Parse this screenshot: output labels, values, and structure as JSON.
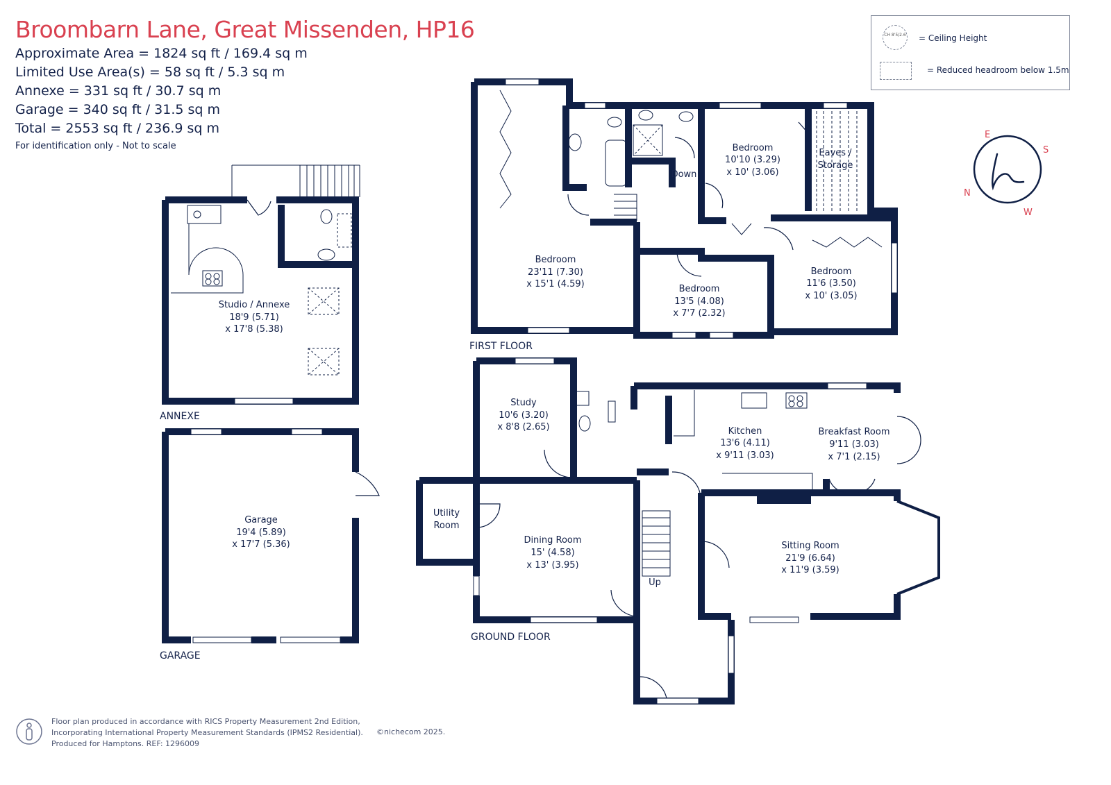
{
  "header": {
    "title": "Broombarn Lane, Great Missenden, HP16",
    "areas": [
      "Approximate Area = 1824 sq ft / 169.4 sq m",
      "Limited Use Area(s) = 58 sq ft / 5.3 sq m",
      "Annexe = 331 sq ft / 30.7 sq m",
      "Garage = 340 sq ft / 31.5 sq m",
      "Total = 2553 sq ft / 236.9 sq m"
    ],
    "disclaimer": "For identification only - Not to scale"
  },
  "legend": {
    "ceiling_symbol": "CH 8'5/2.6",
    "ceiling_label": "= Ceiling Height",
    "headroom_label": "= Reduced headroom below 1.5m"
  },
  "compass": {
    "n": "N",
    "e": "E",
    "s": "S",
    "w": "W"
  },
  "colors": {
    "wall": "#0f1f45",
    "title": "#d94150",
    "text": "#14224a"
  },
  "floors": {
    "first": "FIRST FLOOR",
    "ground": "GROUND FLOOR",
    "annexe": "ANNEXE",
    "garage": "GARAGE"
  },
  "rooms": {
    "ff_bed1": {
      "name": "Bedroom",
      "dim1": "23'11 (7.30)",
      "dim2": "x 15'1 (4.59)"
    },
    "ff_bed2": {
      "name": "Bedroom",
      "dim1": "13'5 (4.08)",
      "dim2": "x 7'7 (2.32)"
    },
    "ff_bed3": {
      "name": "Bedroom",
      "dim1": "10'10 (3.29)",
      "dim2": "x 10' (3.06)"
    },
    "ff_bed4": {
      "name": "Bedroom",
      "dim1": "11'6 (3.50)",
      "dim2": "x 10' (3.05)"
    },
    "ff_eaves": {
      "name": "Eaves /",
      "name2": "Storage"
    },
    "ff_down": "Down",
    "annexe": {
      "name": "Studio / Annexe",
      "dim1": "18'9 (5.71)",
      "dim2": "x 17'8 (5.38)"
    },
    "garage": {
      "name": "Garage",
      "dim1": "19'4 (5.89)",
      "dim2": "x 17'7 (5.36)"
    },
    "study": {
      "name": "Study",
      "dim1": "10'6 (3.20)",
      "dim2": "x 8'8 (2.65)"
    },
    "kitchen": {
      "name": "Kitchen",
      "dim1": "13'6 (4.11)",
      "dim2": "x 9'11 (3.03)"
    },
    "breakfast": {
      "name": "Breakfast Room",
      "dim1": "9'11 (3.03)",
      "dim2": "x 7'1 (2.15)"
    },
    "utility": {
      "name": "Utility",
      "name2": "Room"
    },
    "dining": {
      "name": "Dining Room",
      "dim1": "15' (4.58)",
      "dim2": "x 13' (3.95)"
    },
    "sitting": {
      "name": "Sitting Room",
      "dim1": "21'9 (6.64)",
      "dim2": "x 11'9 (3.59)"
    },
    "gf_up": "Up"
  },
  "footer": {
    "line1": "Floor plan produced in accordance with RICS Property Measurement 2nd Edition,",
    "line2": "Incorporating International Property Measurement Standards (IPMS2 Residential).",
    "line3": "Produced for Hamptons.  REF:  1296009",
    "copyright": "©nichecom 2025."
  }
}
